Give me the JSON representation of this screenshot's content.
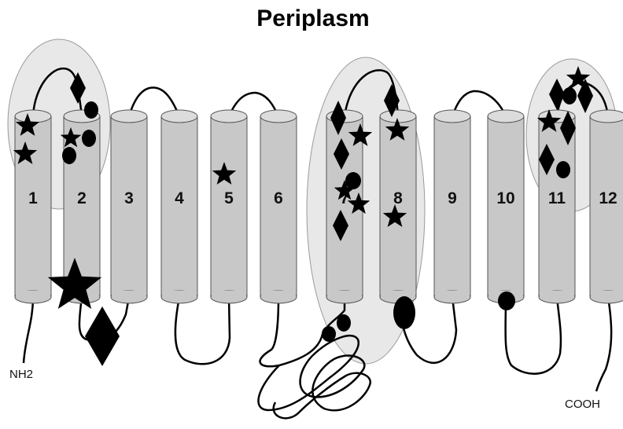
{
  "title": "Periplasm",
  "helices": [
    {
      "label": "1"
    },
    {
      "label": "2"
    },
    {
      "label": "3"
    },
    {
      "label": "4"
    },
    {
      "label": "5"
    },
    {
      "label": "6"
    },
    {
      "label": "7"
    },
    {
      "label": "8"
    },
    {
      "label": "9"
    },
    {
      "label": "10"
    },
    {
      "label": "11"
    },
    {
      "label": "12"
    }
  ],
  "n_terminus": "NH2",
  "c_terminus": "COOH",
  "colors": {
    "helix_fill": "#c8c8c8",
    "helix_cap": "#dcdcdc",
    "highlight_region": "#e8e8e8",
    "marker": "#000000",
    "line": "#000000"
  },
  "marker_shapes": [
    "star",
    "diamond",
    "circle"
  ]
}
